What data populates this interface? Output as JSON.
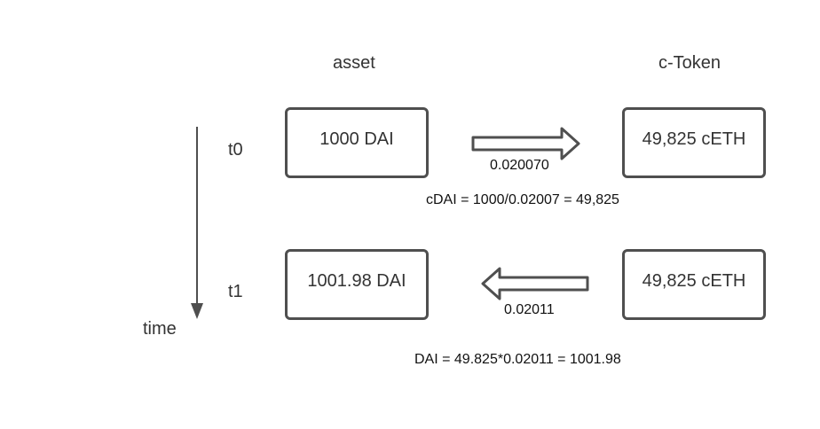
{
  "headers": {
    "asset": "asset",
    "ctoken": "c-Token"
  },
  "timeline": {
    "t0": "t0",
    "t1": "t1",
    "axis_label": "time"
  },
  "row_t0": {
    "asset_box": "1000 DAI",
    "ctoken_box": "49,825 cETH",
    "rate": "0.020070",
    "formula": "cDAI = 1000/0.02007 = 49,825"
  },
  "row_t1": {
    "asset_box": "1001.98 DAI",
    "ctoken_box": "49,825 cETH",
    "rate": "0.02011",
    "formula": "DAI = 49.825*0.02011 = 1001.98"
  },
  "colors": {
    "stroke": "#4f4f4f",
    "text": "#333333"
  }
}
